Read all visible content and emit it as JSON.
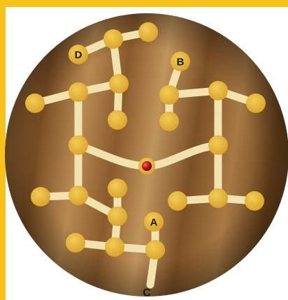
{
  "diagram": {
    "labels": {
      "a": "A",
      "b": "B",
      "c": "C",
      "d": "D"
    },
    "colors": {
      "frame": "#f8c21c",
      "board_light": "#b98a52",
      "board_dark": "#6a431d",
      "track": "#f1e2b0",
      "node": "#e3b23a",
      "center_marker": "#b01010",
      "label_text": "#1a1a1a"
    }
  }
}
